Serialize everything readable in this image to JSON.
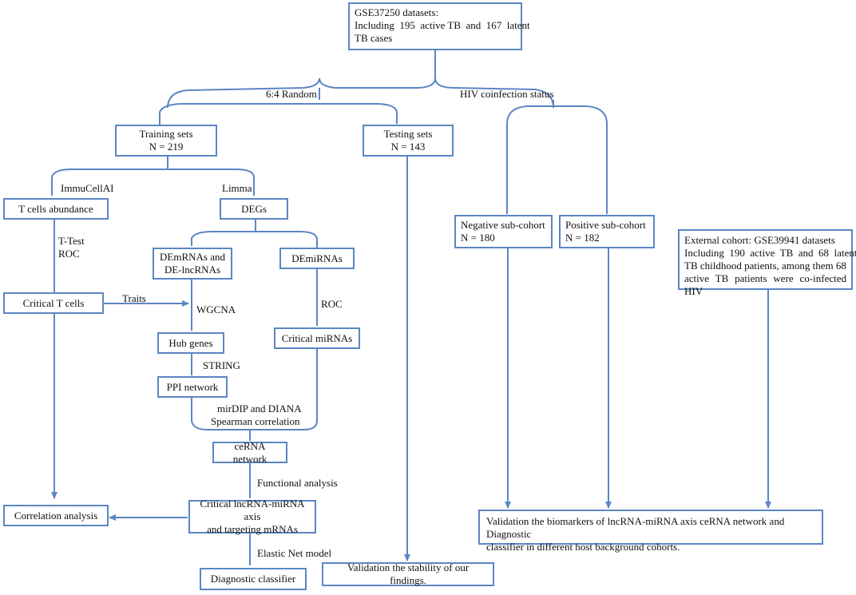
{
  "boxes": {
    "dataset": {
      "line1": "GSE37250 datasets:",
      "line2": "Including  195  active TB  and  167  latent",
      "line3": "TB cases"
    },
    "training": {
      "line1": "Training sets",
      "line2": "N = 219"
    },
    "testing": {
      "line1": "Testing sets",
      "line2": "N = 143"
    },
    "tcells": {
      "text": "T cells abundance"
    },
    "degs": {
      "text": "DEGs"
    },
    "demrnas": {
      "line1": "DEmRNAs and",
      "line2": "DE-lncRNAs"
    },
    "demirnas": {
      "text": "DEmiRNAs"
    },
    "critical_t": {
      "text": "Critical T cells"
    },
    "hub": {
      "text": "Hub genes"
    },
    "critical_mirnas": {
      "text": "Critical miRNAs"
    },
    "ppi": {
      "text": "PPI network"
    },
    "cerna": {
      "text": "ceRNA network"
    },
    "correlation": {
      "text": "Correlation analysis"
    },
    "axis": {
      "line1": "Critical lncRNA-miRNA axis",
      "line2": "and targeting mRNAs"
    },
    "classifier": {
      "text": "Diagnostic classifier"
    },
    "validation_stability": {
      "text": "Validation the stability of our findings."
    },
    "negative": {
      "line1": "Negative sub-cohort",
      "line2": "N = 180"
    },
    "positive": {
      "line1": "Positive sub-cohort",
      "line2": "N = 182"
    },
    "external": {
      "line1": "External cohort: GSE39941 datasets",
      "line2": "Including  190  active  TB  and  68  latent",
      "line3": "TB childhood patients, among them 68",
      "line4": "active TB patients were co-infected HIV"
    },
    "validation_biomarkers": {
      "line1": "Validation the biomarkers of lncRNA-miRNA axis ceRNA network and Diagnostic",
      "line2": "classifier in different host background cohorts."
    }
  },
  "labels": {
    "random": "6:4 Random",
    "hiv": "HIV coinfection status",
    "immucellai": "ImmuCellAI",
    "limma": "Limma",
    "ttest": "T-Test",
    "roc_left": "ROC",
    "traits": "Traits",
    "wgcna": "WGCNA",
    "roc_right": "ROC",
    "string": "STRING",
    "mirdip": "mirDIP and DIANA",
    "spearman": "Spearman correlation",
    "functional": "Functional analysis",
    "elastic": "Elastic Net model"
  },
  "colors": {
    "stroke": "#5b86c4",
    "text": "#111111",
    "background": "#ffffff"
  }
}
